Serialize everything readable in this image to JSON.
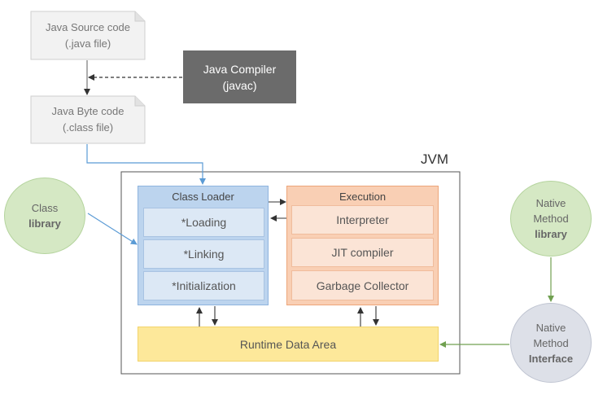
{
  "source": {
    "line1": "Java Source code",
    "line2": "(.java file)"
  },
  "bytecode": {
    "line1": "Java Byte code",
    "line2": "(.class file)"
  },
  "compiler": {
    "line1": "Java Compiler",
    "line2": "(javac)"
  },
  "jvm": {
    "label": "JVM"
  },
  "class_loader": {
    "title": "Class Loader",
    "items": [
      "*Loading",
      "*Linking",
      "*Initialization"
    ]
  },
  "execution": {
    "title": "Execution",
    "items": [
      "Interpreter",
      "JIT compiler",
      "Garbage Collector"
    ]
  },
  "runtime": {
    "label": "Runtime Data Area"
  },
  "class_library": {
    "line1": "Class",
    "line2": "library"
  },
  "native_library": {
    "line1": "Native",
    "line2": "Method",
    "line3": "library"
  },
  "native_interface": {
    "line1": "Native",
    "line2": "Method",
    "line3": "Interface"
  },
  "colors": {
    "doc_fill": "#f2f2f2",
    "compiler_fill": "#6b6b6b",
    "class_loader_fill": "#bcd4ee",
    "execution_fill": "#f9cfb4",
    "runtime_fill": "#fde89a",
    "class_library_fill": "#d5e8c4",
    "native_library_fill": "#d5e8c4",
    "native_interface_fill": "#dde0e8",
    "blue_arrow": "#5b9bd5",
    "green_arrow": "#70a050"
  }
}
